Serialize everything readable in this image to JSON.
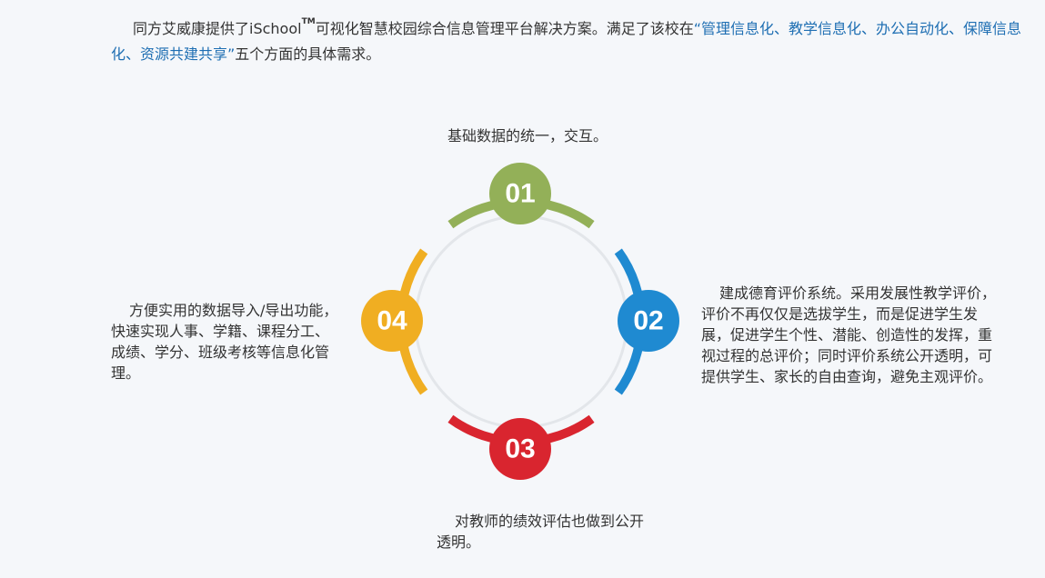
{
  "intro": {
    "lead": "同方艾威康提供了iSchool",
    "tm": "TM",
    "middle": "可视化智慧校园综合信息管理平台解决方案。满足了该校在",
    "highlight": "“管理信息化、教学信息化、办公自动化、保障信息化、资源共建共享”",
    "tail": "五个方面的具体需求。"
  },
  "diagram": {
    "nodes": [
      {
        "id": "01",
        "color": "#93b058",
        "text": "基础数据的统一，交互。"
      },
      {
        "id": "02",
        "color": "#1f8ad1",
        "text": "建成德育评价系统。采用发展性教学评价，评价不再仅仅是选拔学生，而是促进学生发展，促进学生个性、潜能、创造性的发挥，重视过程的总评价；同时评价系统公开透明，可提供学生、家长的自由查询，避免主观评价。"
      },
      {
        "id": "03",
        "color": "#d9252f",
        "text": "对教师的绩效评估也做到公开透明。"
      },
      {
        "id": "04",
        "color": "#f0ae22",
        "text": "方便实用的数据导入/导出功能，快速实现人事、学籍、课程分工、成绩、学分、班级考核等信息化管理。"
      }
    ]
  }
}
